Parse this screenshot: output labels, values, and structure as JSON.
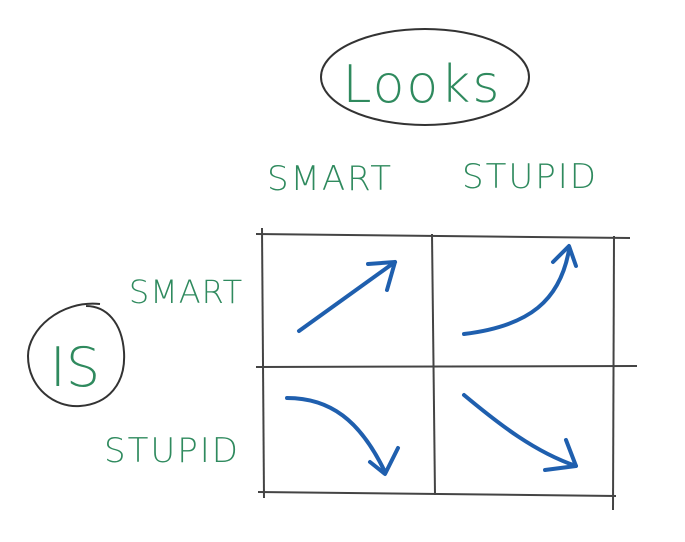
{
  "title": "Looks",
  "side_label": "IS",
  "columns": [
    "SMART",
    "STUPID"
  ],
  "rows": [
    "SMART",
    "STUPID"
  ],
  "cells": [
    {
      "row": "SMART",
      "col": "SMART",
      "arrow": "straight-up-right"
    },
    {
      "row": "SMART",
      "col": "STUPID",
      "arrow": "curve-up-right"
    },
    {
      "row": "STUPID",
      "col": "SMART",
      "arrow": "curve-down-right"
    },
    {
      "row": "STUPID",
      "col": "STUPID",
      "arrow": "straight-down-right"
    }
  ],
  "colors": {
    "label": "#2f8a5e",
    "arrow": "#1f5fae",
    "ink": "#333333"
  }
}
